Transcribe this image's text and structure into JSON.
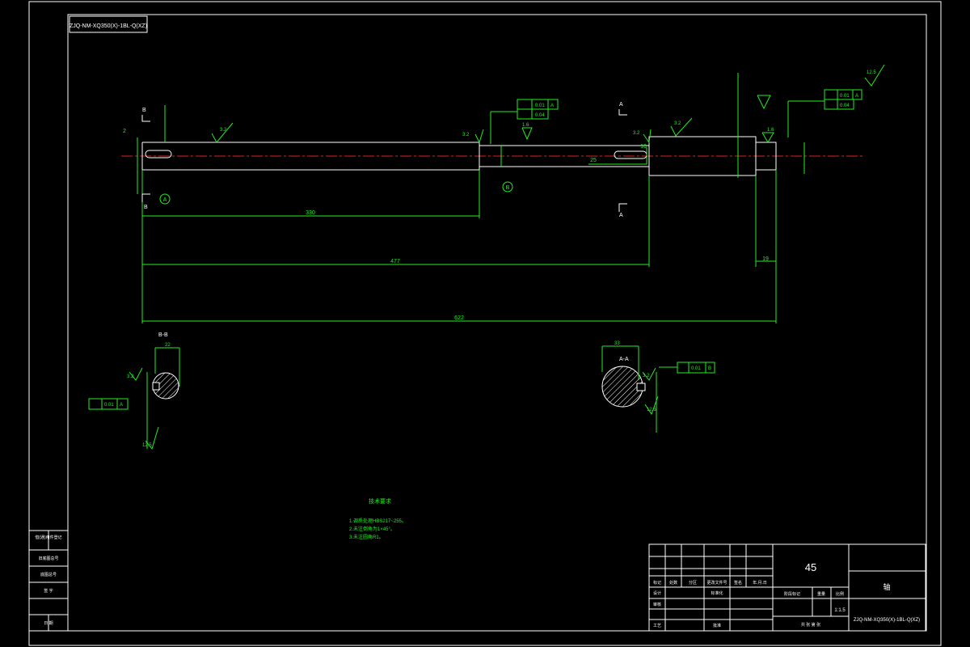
{
  "drawing": {
    "title_box_code": "ZJQ-NM-XQ350(X)-1BL-Q(XZ)",
    "view_section_b": "B-B",
    "view_section_a": "A-A",
    "material": "45",
    "part_name": "轴",
    "scale": "1:1.5",
    "drawing_number": "ZJQ-NM-XQ350(X)-1BL-Q(XZ)"
  },
  "dimensions": {
    "len_330": "330",
    "len_477": "477",
    "len_622": "622",
    "len_19": "19",
    "len_25": "25",
    "len_10": "10",
    "len_2": "2",
    "sec_b_width": "22",
    "sec_a_width": "33"
  },
  "annotations": {
    "roughness_3_2": "3.2",
    "roughness_1_6": "1.6",
    "roughness_12_5": "12.5",
    "tol_001_a": "0.01",
    "tol_004": "0.04",
    "datum_a": "A",
    "datum_b": "B",
    "label_a": "A",
    "label_b": "B"
  },
  "notes": {
    "heading": "技术要求",
    "line1": "1.调质处理HBS217~255。",
    "line2": "2.未注倒角为1×45°。",
    "line3": "3.未注圆角R1。"
  },
  "title_block": {
    "marks": "标记",
    "count": "处数",
    "zone": "分区",
    "change_doc": "更改文件号",
    "sign": "签名",
    "date": "年.月.日",
    "design": "设计",
    "standard": "标准化",
    "check": "审核",
    "process": "工艺",
    "approve": "批准",
    "stage_mark": "阶段标记",
    "weight": "重量",
    "scale_label": "比例",
    "sheet": "共  张  第  张"
  },
  "side_block": {
    "r1": "借(通)用件登记",
    "r2": "旧底图总号",
    "r3": "底图总号",
    "r4": "签 字",
    "r5": "日 期"
  }
}
